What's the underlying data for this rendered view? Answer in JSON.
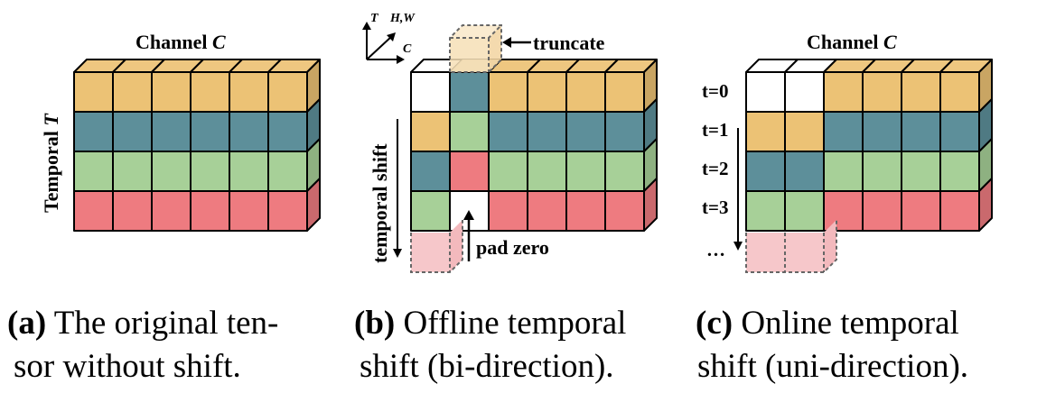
{
  "colors": {
    "yellow": "#ecc275",
    "teal": "#5d8f9a",
    "green": "#a7d098",
    "red": "#ee7b80",
    "white": "#ffffff",
    "truncate_ghost": "#f6dfb6",
    "pad_ghost": "#f6c7ca"
  },
  "panel_a": {
    "title": "Channel",
    "title_var": "C",
    "axis_label": "Temporal",
    "axis_var": "T",
    "grid": [
      [
        "yellow",
        "yellow",
        "yellow",
        "yellow",
        "yellow",
        "yellow"
      ],
      [
        "teal",
        "teal",
        "teal",
        "teal",
        "teal",
        "teal"
      ],
      [
        "green",
        "green",
        "green",
        "green",
        "green",
        "green"
      ],
      [
        "red",
        "red",
        "red",
        "red",
        "red",
        "red"
      ]
    ],
    "caption_tag": "(a)",
    "caption_line1": " The original ten-",
    "caption_line2": "sor without shift."
  },
  "panel_b": {
    "axes": {
      "t": "T",
      "hw": "H,W",
      "c": "C"
    },
    "truncate_label": "truncate",
    "pad_label": "pad zero",
    "shift_label": "temporal shift",
    "grid": [
      [
        "white",
        "teal",
        "yellow",
        "yellow",
        "yellow",
        "yellow"
      ],
      [
        "yellow",
        "green",
        "teal",
        "teal",
        "teal",
        "teal"
      ],
      [
        "teal",
        "red",
        "green",
        "green",
        "green",
        "green"
      ],
      [
        "green",
        "white",
        "red",
        "red",
        "red",
        "red"
      ]
    ],
    "caption_tag": "(b)",
    "caption_line1": " Offline temporal",
    "caption_line2": "shift (bi-direction)."
  },
  "panel_c": {
    "title": "Channel",
    "title_var": "C",
    "time_labels": [
      "t=0",
      "t=1",
      "t=2",
      "t=3",
      "…"
    ],
    "grid": [
      [
        "white",
        "white",
        "yellow",
        "yellow",
        "yellow",
        "yellow"
      ],
      [
        "yellow",
        "yellow",
        "teal",
        "teal",
        "teal",
        "teal"
      ],
      [
        "teal",
        "teal",
        "green",
        "green",
        "green",
        "green"
      ],
      [
        "green",
        "green",
        "red",
        "red",
        "red",
        "red"
      ]
    ],
    "caption_tag": "(c)",
    "caption_line1": " Online temporal",
    "caption_line2": "shift (uni-direction)."
  }
}
